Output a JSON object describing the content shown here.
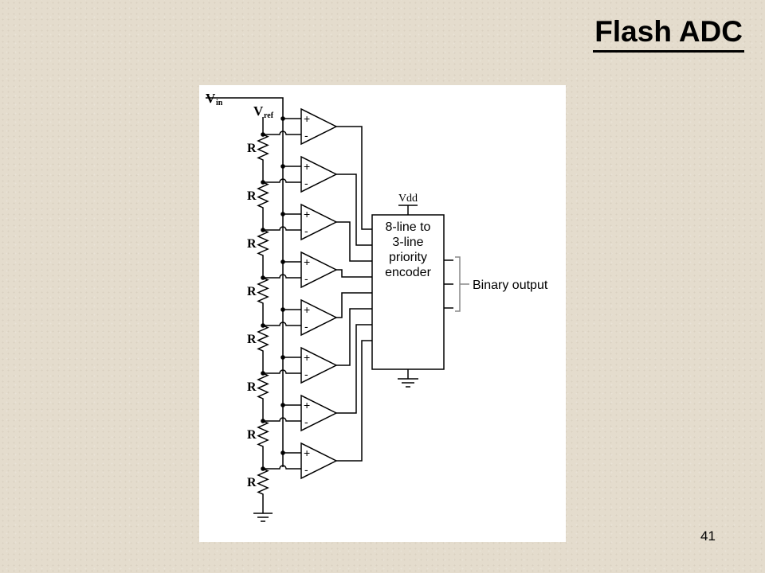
{
  "slide": {
    "title": "Flash ADC",
    "page_number": "41"
  },
  "diagram": {
    "vin_label": "V",
    "vin_sub": "in",
    "vref_label": "V",
    "vref_sub": "ref",
    "resistor_label": "R",
    "resistor_count": 8,
    "comparator_count": 8,
    "plus_sign": "+",
    "minus_sign": "-",
    "supply_label": "Vdd",
    "encoder_lines": [
      "8-line to",
      "3-line",
      "priority",
      "encoder"
    ],
    "output_label": "Binary output"
  }
}
